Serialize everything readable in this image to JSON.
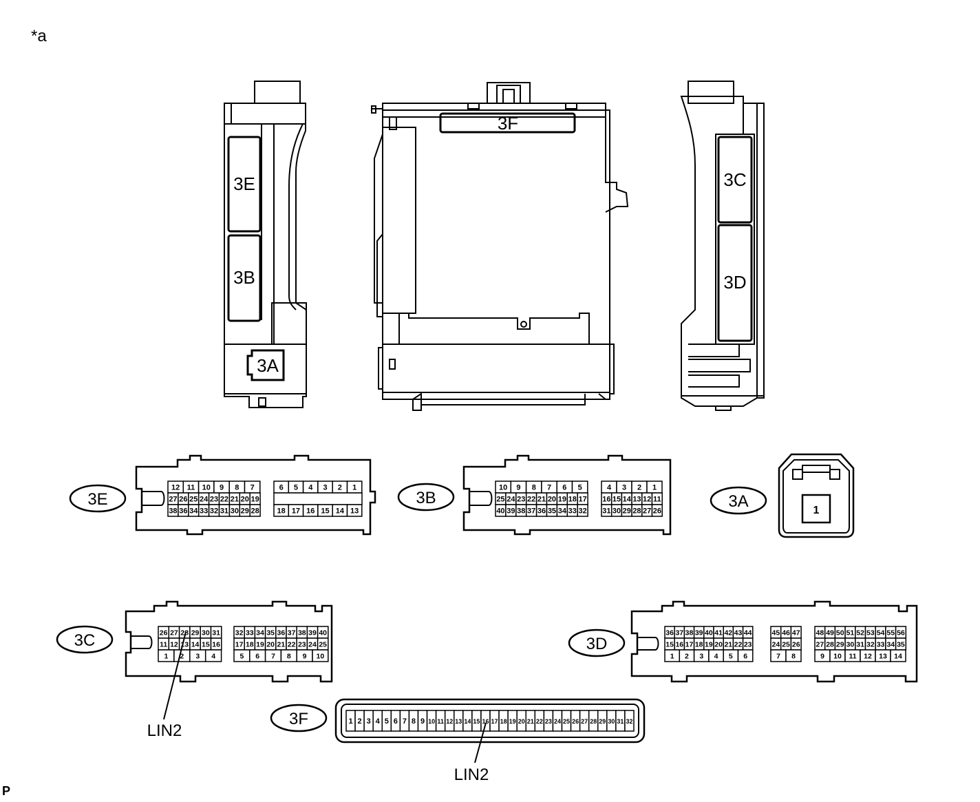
{
  "corner_label": "*a",
  "footer_code": "P",
  "connectors": {
    "3A": "3A",
    "3B": "3B",
    "3C": "3C",
    "3D": "3D",
    "3E": "3E",
    "3F": "3F"
  },
  "lin_label": "LIN2",
  "pins": {
    "3E": {
      "left": [
        [
          "12",
          "11",
          "10",
          "9",
          "8",
          "7"
        ],
        [
          "27",
          "26",
          "25",
          "24",
          "23",
          "22",
          "21",
          "20",
          "19"
        ],
        [
          "38",
          "36",
          "34",
          "33",
          "32",
          "31",
          "30",
          "29",
          "28"
        ]
      ],
      "right": [
        [
          "6",
          "5",
          "4",
          "3",
          "2",
          "1"
        ],
        [
          "18",
          "17",
          "16",
          "15",
          "14",
          "13"
        ]
      ]
    },
    "3B": {
      "left": [
        [
          "10",
          "9",
          "8",
          "7",
          "6",
          "5"
        ],
        [
          "25",
          "24",
          "23",
          "22",
          "21",
          "20",
          "19",
          "18",
          "17"
        ],
        [
          "40",
          "39",
          "38",
          "37",
          "36",
          "35",
          "34",
          "33",
          "32"
        ]
      ],
      "right": [
        [
          "4",
          "3",
          "2",
          "1"
        ],
        [
          "16",
          "15",
          "14",
          "13",
          "12",
          "11"
        ],
        [
          "31",
          "30",
          "29",
          "28",
          "27",
          "26"
        ]
      ]
    },
    "3A": [
      "1"
    ],
    "3C": {
      "left": [
        [
          "26",
          "27",
          "28",
          "29",
          "30",
          "31"
        ],
        [
          "11",
          "12",
          "13",
          "14",
          "15",
          "16"
        ],
        [
          "1",
          "2",
          "3",
          "4"
        ]
      ],
      "right": [
        [
          "32",
          "33",
          "34",
          "35",
          "36",
          "37",
          "38",
          "39",
          "40"
        ],
        [
          "17",
          "18",
          "19",
          "20",
          "21",
          "22",
          "23",
          "24",
          "25"
        ],
        [
          "5",
          "6",
          "7",
          "8",
          "9",
          "10"
        ]
      ]
    },
    "3D": {
      "left": [
        [
          "36",
          "37",
          "38",
          "39",
          "40",
          "41",
          "42",
          "43",
          "44"
        ],
        [
          "15",
          "16",
          "17",
          "18",
          "19",
          "20",
          "21",
          "22",
          "23"
        ],
        [
          "1",
          "2",
          "3",
          "4",
          "5",
          "6"
        ]
      ],
      "mid": [
        [
          "45",
          "46",
          "47"
        ],
        [
          "24",
          "25",
          "26"
        ],
        [
          "7",
          "8"
        ]
      ],
      "right": [
        [
          "48",
          "49",
          "50",
          "51",
          "52",
          "53",
          "54",
          "55",
          "56"
        ],
        [
          "27",
          "28",
          "29",
          "30",
          "31",
          "32",
          "33",
          "34",
          "35"
        ],
        [
          "9",
          "10",
          "11",
          "12",
          "13",
          "14"
        ]
      ]
    },
    "3F": [
      "1",
      "2",
      "3",
      "4",
      "5",
      "6",
      "7",
      "8",
      "9",
      "10",
      "11",
      "12",
      "13",
      "14",
      "15",
      "16",
      "17",
      "18",
      "19",
      "20",
      "21",
      "22",
      "23",
      "24",
      "25",
      "26",
      "27",
      "28",
      "29",
      "30",
      "31",
      "32"
    ]
  }
}
